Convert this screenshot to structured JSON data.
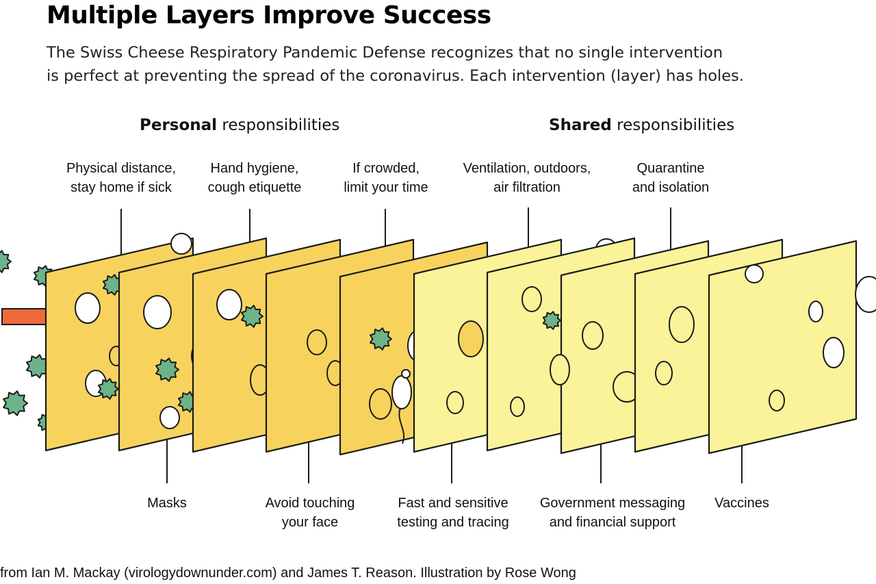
{
  "title": "Multiple Layers Improve Success",
  "subtitle": {
    "line1": "The Swiss Cheese Respiratory Pandemic Defense recognizes that no single intervention",
    "line2": "is perfect at preventing the spread of the coronavirus. Each intervention (layer) has holes."
  },
  "groups": {
    "personal": {
      "bold": "Personal",
      "rest": " responsibilities"
    },
    "shared": {
      "bold": "Shared",
      "rest": " responsibilities"
    }
  },
  "layers_top": [
    {
      "l1": "Physical distance,",
      "l2": "stay home if sick"
    },
    {
      "l1": "Hand hygiene,",
      "l2": "cough etiquette"
    },
    {
      "l1": "If crowded,",
      "l2": "limit your time"
    },
    {
      "l1": "Ventilation, outdoors,",
      "l2": "air filtration"
    },
    {
      "l1": "Quarantine",
      "l2": "and isolation"
    }
  ],
  "layers_bottom": [
    {
      "l1": "Masks",
      "l2": ""
    },
    {
      "l1": "Avoid touching",
      "l2": "your face"
    },
    {
      "l1": "Fast and sensitive",
      "l2": "testing and tracing"
    },
    {
      "l1": "Government messaging",
      "l2": "and financial support"
    },
    {
      "l1": "Vaccines",
      "l2": ""
    }
  ],
  "credit": "from Ian M. Mackay (virologydownunder.com) and James T. Reason. Illustration by Rose Wong",
  "colors": {
    "personal_cheese": "#f7d35e",
    "shared_cheese": "#fbf39a",
    "virus": "#6db38a",
    "arrow": "#ee6a3c",
    "outline": "#1a1a1a"
  },
  "icons": [
    "virus-icon",
    "arrow-icon",
    "mouse-icon"
  ]
}
